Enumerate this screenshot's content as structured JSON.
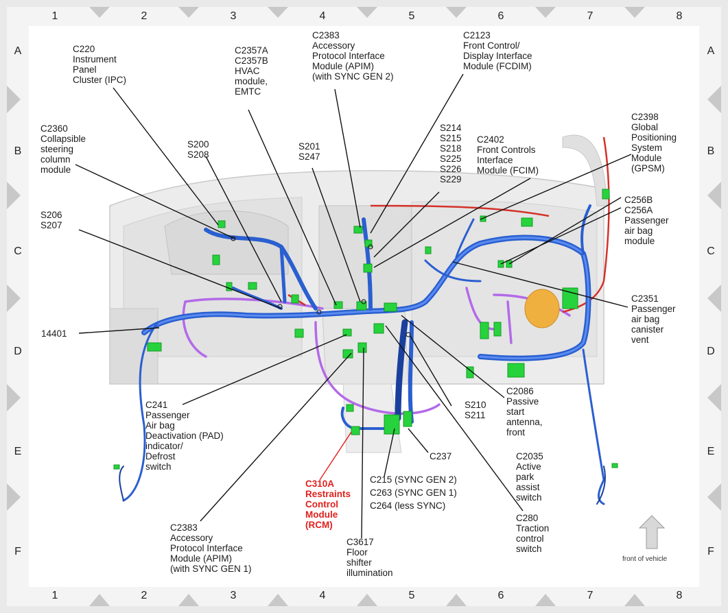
{
  "grid": {
    "columns": [
      "1",
      "2",
      "3",
      "4",
      "5",
      "6",
      "7",
      "8"
    ],
    "rows": [
      "A",
      "B",
      "C",
      "D",
      "E",
      "F"
    ]
  },
  "labels": {
    "c220": "C220\nInstrument\nPanel\nCluster (IPC)",
    "c2357": "C2357A\nC2357B\nHVAC\nmodule,\nEMTC",
    "c2383_gen2": "C2383\nAccessory\nProtocol Interface\nModule (APIM)\n(with SYNC GEN 2)",
    "c2123": "C2123\nFront Control/\nDisplay Interface\nModule (FCDIM)",
    "c2398": "C2398\nGlobal\nPositioning\nSystem\nModule\n(GPSM)",
    "c2360": "C2360\nCollapsible\nsteering\ncolumn\nmodule",
    "s200": "S200\nS208",
    "s201": "S201\nS247",
    "s214": "S214\nS215\nS218\nS225\nS226\nS229",
    "c2402": "C2402\nFront Controls\nInterface\nModule (FCIM)",
    "c256": "C256B\nC256A\nPassenger\nair bag\nmodule",
    "s206": "S206\nS207",
    "c2351": "C2351\nPassenger\nair bag\ncanister\nvent",
    "h14401": "14401",
    "c241": "C241\nPassenger\nAir bag\nDeactivation (PAD)\nindicator/\nDefrost\nswitch",
    "s210": "S210\nS211",
    "c2086": "C2086\nPassive\nstart\nantenna,\nfront",
    "c237": "C237",
    "c2035": "C2035\nActive\npark\nassist\nswitch",
    "c215": "C215 (SYNC GEN 2)\nC263 (SYNC GEN 1)\nC264 (less SYNC)",
    "c310a": "C310A\nRestraints\nControl\nModule\n(RCM)",
    "c2383_gen1": "C2383\nAccessory\nProtocol Interface\nModule (APIM)\n(with SYNC GEN 1)",
    "c3617": "C3617\nFloor\nshifter\nillumination",
    "c280": "C280\nTraction\ncontrol\nswitch"
  },
  "front_of_vehicle": "front of vehicle",
  "colors": {
    "frame": "#c8c8c8",
    "harness": "#2a5fd0",
    "harness_dark": "#1a3f9c",
    "connector": "#27d33c",
    "purple": "#b36ae8",
    "red_harness": "#d4312a",
    "accent_label": "#e0201c"
  }
}
